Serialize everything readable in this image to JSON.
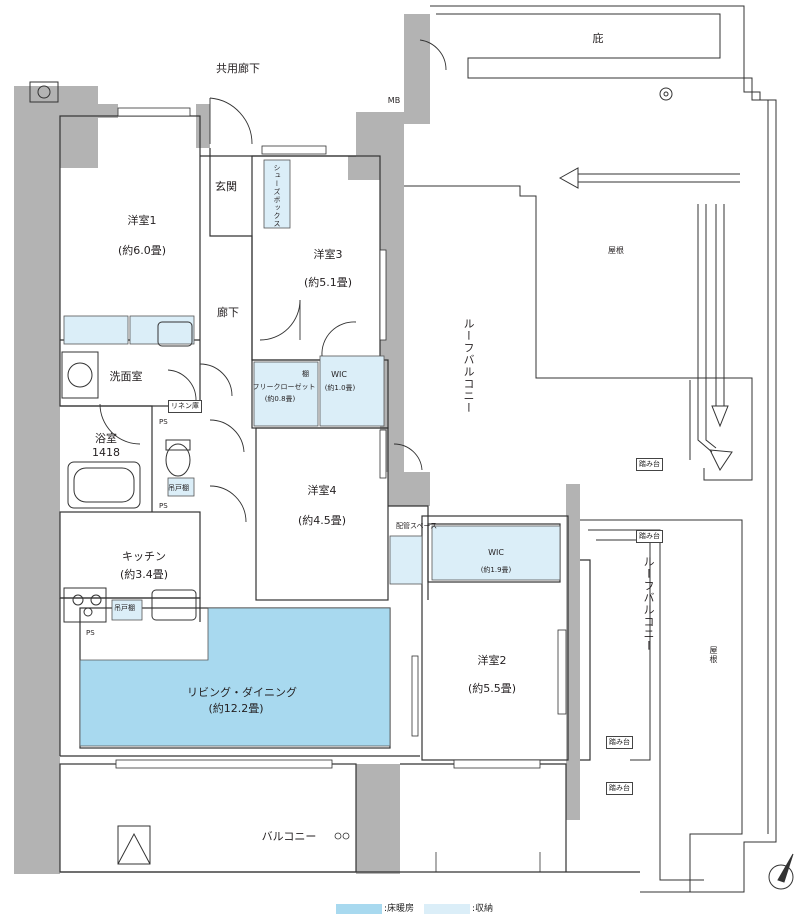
{
  "colors": {
    "wall": "#b3b3b3",
    "floor_heating": "#a8d9ef",
    "storage": "#dbeef8",
    "line": "#333333"
  },
  "icons": {
    "compass": "compass-north-icon",
    "arrow_left": "arrow-left-icon",
    "arrow_down": "arrow-down-icon"
  },
  "labels": {
    "shared_corridor": "共用廊下",
    "eaves": "庇",
    "mb": "MB",
    "roof_top": "屋根",
    "roof_right": "屋根",
    "roof_balcony_top": "ルーフバルコニー",
    "roof_balcony_right": "ルーフバルコニー",
    "room1_name": "洋室1",
    "room1_size": "(約6.0畳)",
    "entrance": "玄関",
    "shoe_box": "シューズボックス",
    "room3_name": "洋室3",
    "room3_size": "(約5.1畳)",
    "hallway": "廊下",
    "washroom": "洗面室",
    "linen": "リネン庫",
    "ps_top": "PS",
    "free_closet_shelf": "棚",
    "free_closet": "フリークローゼット",
    "free_closet_size": "(約0.8畳)",
    "wic_small": "WIC",
    "wic_small_size": "(約1.0畳)",
    "bath": "浴室",
    "bath_size": "1418",
    "toilet_storage": "吊戸棚",
    "ps_mid": "PS",
    "room4_name": "洋室4",
    "room4_size": "(約4.5畳)",
    "piping_space": "配管スペース",
    "wic_large": "WIC",
    "wic_large_size": "(約1.9畳)",
    "kitchen": "キッチン",
    "kitchen_size": "(約3.4畳)",
    "kitchen_cabinet": "吊戸棚",
    "ps_kitchen": "PS",
    "living_name": "リビング・ダイニング",
    "living_size": "(約12.2畳)",
    "room2_name": "洋室2",
    "room2_size": "(約5.5畳)",
    "balcony": "バルコニー",
    "step_1": "踏み台",
    "step_2": "踏み台",
    "step_3": "踏み台",
    "step_4": "踏み台"
  },
  "legend": {
    "floor_heating": ":床暖房",
    "storage": ":収納"
  }
}
